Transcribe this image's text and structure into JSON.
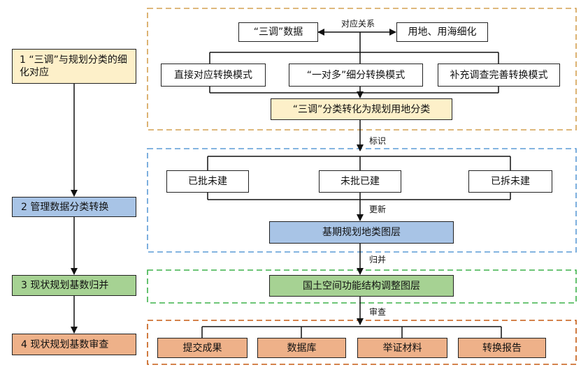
{
  "steps": {
    "step1": "1 “三调”与规划分类的细化对应",
    "step2": "2 管理数据分类转换",
    "step3": "3 现状规划基数归并",
    "step4": "4 现状规划基数审查"
  },
  "section1": {
    "source": "“三调”数据",
    "target": "用地、用海细化",
    "relation_label": "对应关系",
    "modes": [
      "直接对应转换模式",
      "“一对多”细分转换模式",
      "补充调查完善转换模式"
    ],
    "result": "“三调”分类转化为规划用地分类"
  },
  "edge_labels": {
    "mark": "标识",
    "update": "更新",
    "merge": "归并",
    "review": "审查"
  },
  "section2": {
    "states": [
      "已批未建",
      "未批已建",
      "已拆未建"
    ],
    "result": "基期规划地类图层"
  },
  "section3": {
    "result": "国土空间功能结构调整图层"
  },
  "section4": {
    "items": [
      "提交成果",
      "数据库",
      "举证材料",
      "转换报告"
    ]
  },
  "colors": {
    "yellow": "#fdf0c9",
    "blue": "#a8c4e6",
    "green": "#a6d293",
    "orange": "#eeb189",
    "dash_orange_1": "#d4a050",
    "dash_blue": "#5b9bd5",
    "dash_green": "#3db24a",
    "dash_orange_2": "#c55a11"
  }
}
